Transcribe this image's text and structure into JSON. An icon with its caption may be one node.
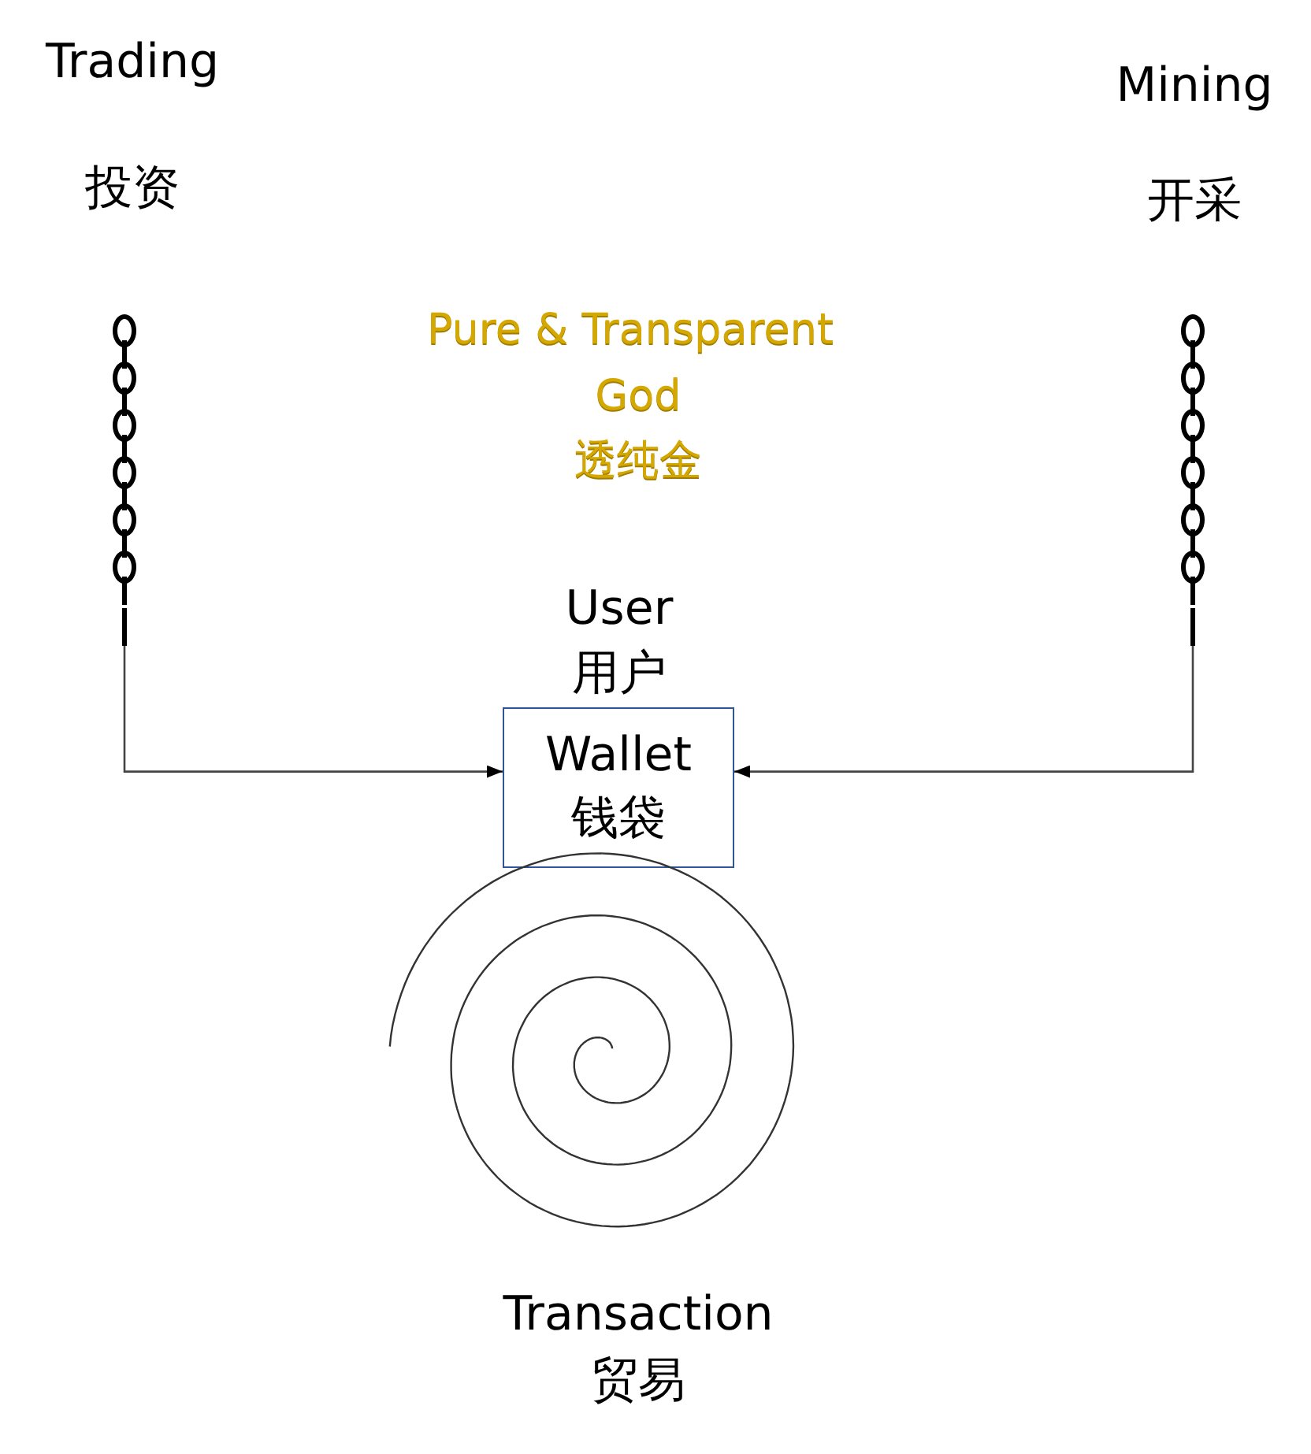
{
  "diagram": {
    "nodes": [
      {
        "text": [],
        "shape": "picture",
        "beside": [
          "Trading",
          "投资"
        ]
      },
      {
        "text": [],
        "shape": "picture",
        "beside": [
          "Mining",
          "开采"
        ]
      },
      {
        "text": [
          "Wallet",
          "钱袋"
        ],
        "beside": [
          "User",
          "用户"
        ]
      },
      {
        "text": [],
        "shape": "picture",
        "beside": [
          "Transaction",
          "贸易"
        ]
      }
    ],
    "edges": [
      {
        "from": 0,
        "to": 2,
        "arrow": "to"
      },
      {
        "from": 1,
        "to": 2,
        "arrow": "to"
      }
    ],
    "labels": [
      "Pure & Transparent",
      "God",
      "透纯金"
    ]
  }
}
